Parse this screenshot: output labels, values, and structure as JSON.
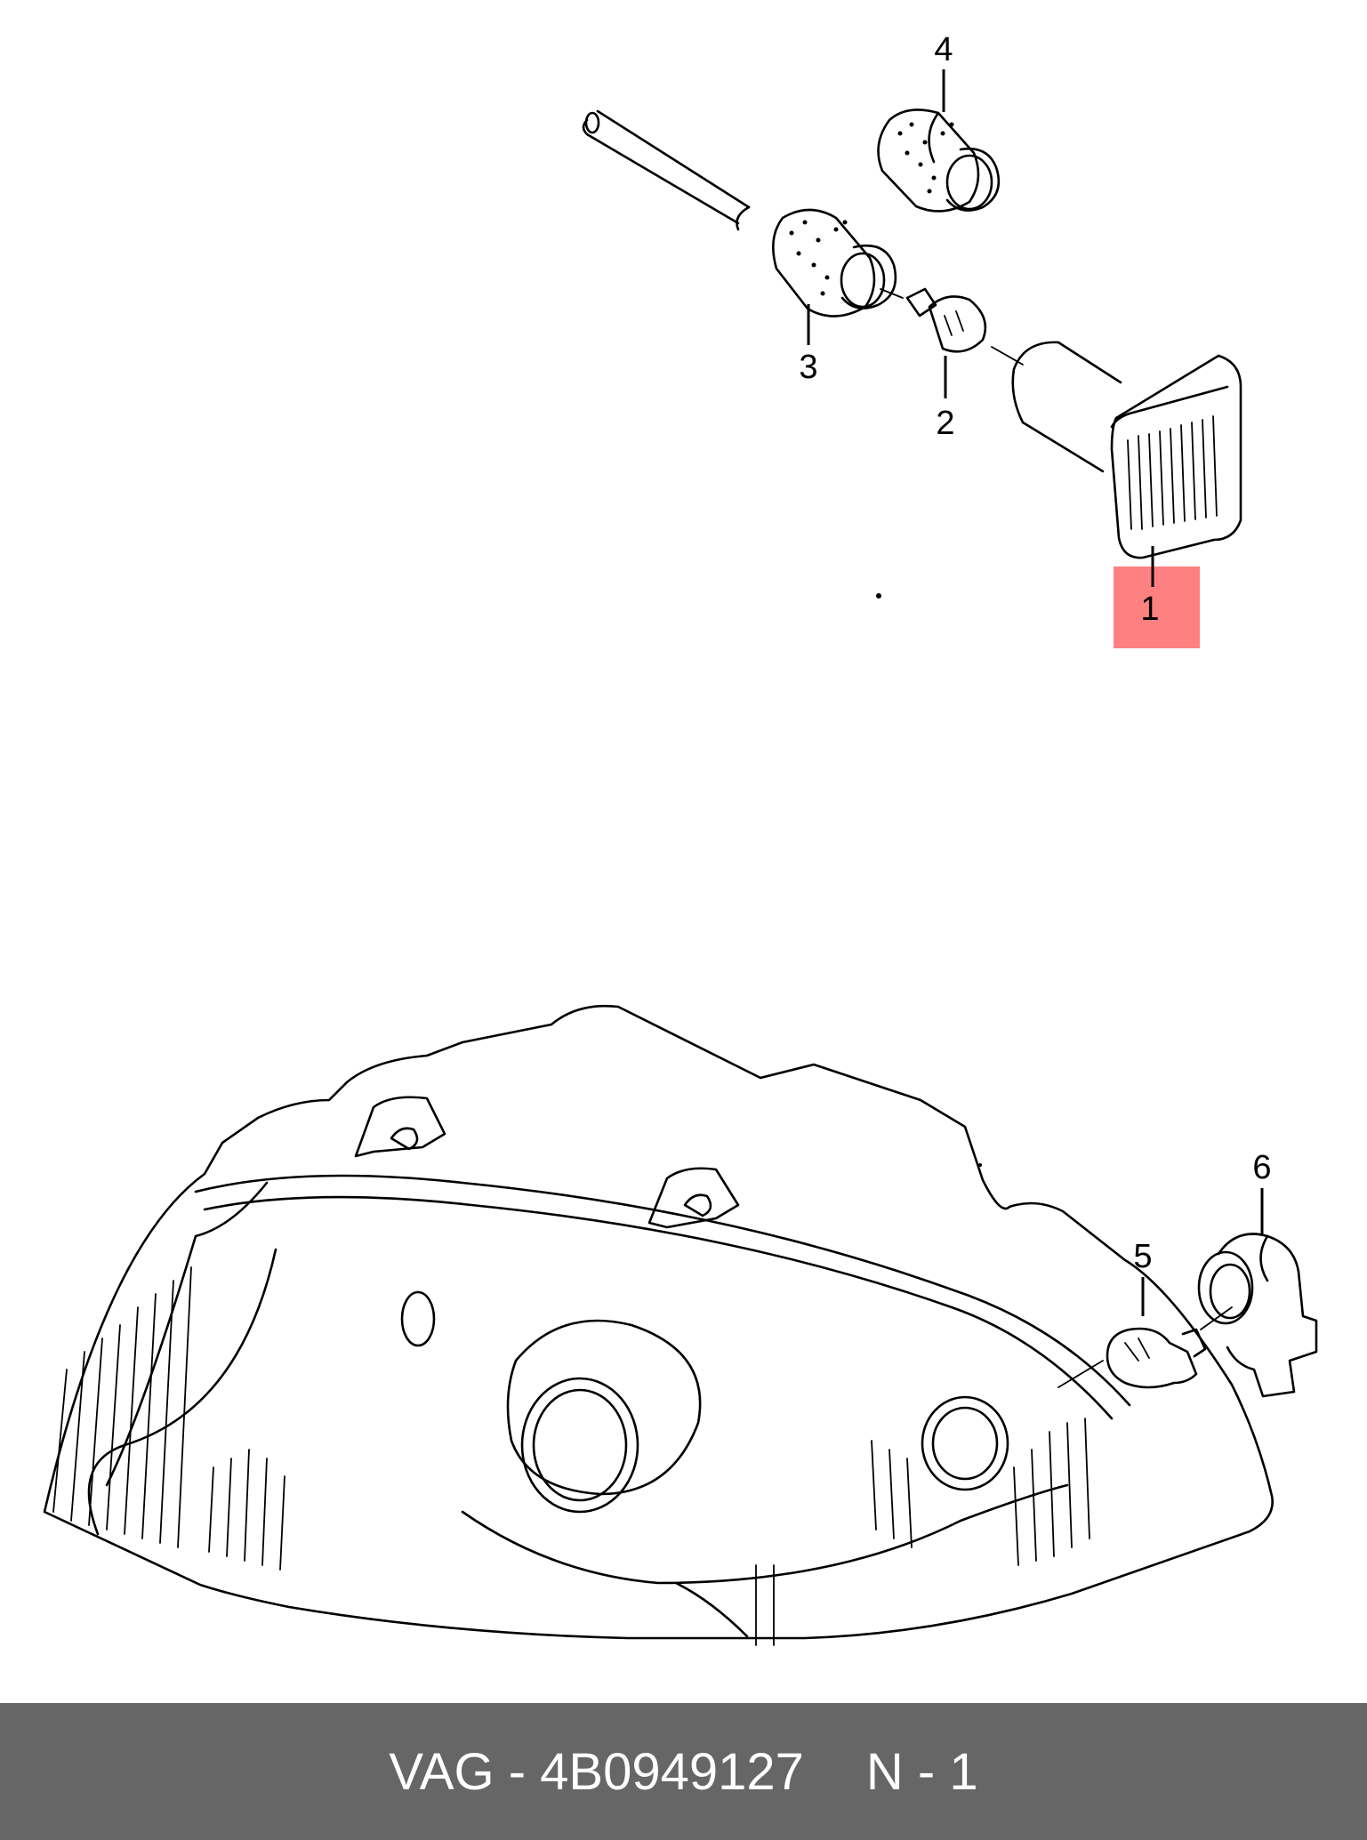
{
  "callouts": [
    {
      "id": "1",
      "label": "1",
      "highlighted": true
    },
    {
      "id": "2",
      "label": "2",
      "highlighted": false
    },
    {
      "id": "3",
      "label": "3",
      "highlighted": false
    },
    {
      "id": "4",
      "label": "4",
      "highlighted": false
    },
    {
      "id": "5",
      "label": "5",
      "highlighted": false
    },
    {
      "id": "6",
      "label": "6",
      "highlighted": false
    }
  ],
  "highlight_color": "#ff8080",
  "footer": {
    "brand_part": "VAG - 4B0949127",
    "position": "N - 1",
    "background": "#666666",
    "text_color": "#ffffff"
  }
}
